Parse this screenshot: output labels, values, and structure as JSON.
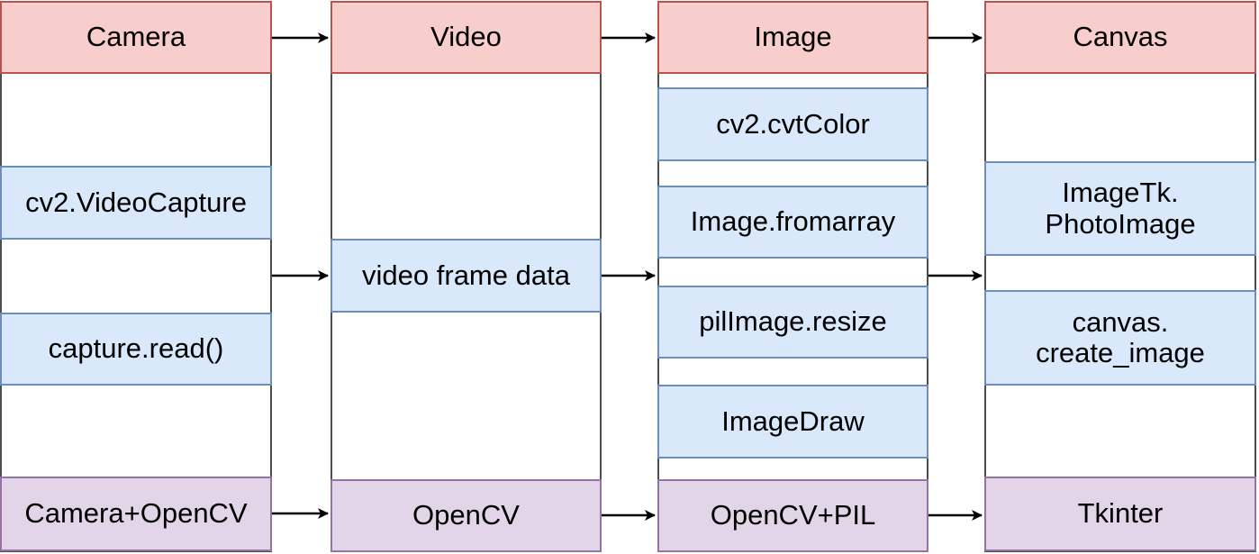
{
  "columns": [
    {
      "header": "Camera",
      "steps": [
        "cv2.VideoCapture",
        "capture.read()"
      ],
      "footer": "Camera+OpenCV"
    },
    {
      "header": "Video",
      "steps": [
        "video frame data"
      ],
      "footer": "OpenCV"
    },
    {
      "header": "Image",
      "steps": [
        "cv2.cvtColor",
        "Image.fromarray",
        "pilImage.resize",
        "ImageDraw"
      ],
      "footer": "OpenCV+PIL"
    },
    {
      "header": "Canvas",
      "steps": [
        "ImageTk.\nPhotoImage",
        "canvas.\ncreate_image"
      ],
      "footer": "Tkinter"
    }
  ],
  "colors": {
    "header_fill": "#f8cecc",
    "header_stroke": "#b85450",
    "step_fill": "#dae8fc",
    "step_stroke": "#6c8ebf",
    "footer_fill": "#e1d5e7",
    "footer_stroke": "#9673a6",
    "arrow": "#000000"
  }
}
